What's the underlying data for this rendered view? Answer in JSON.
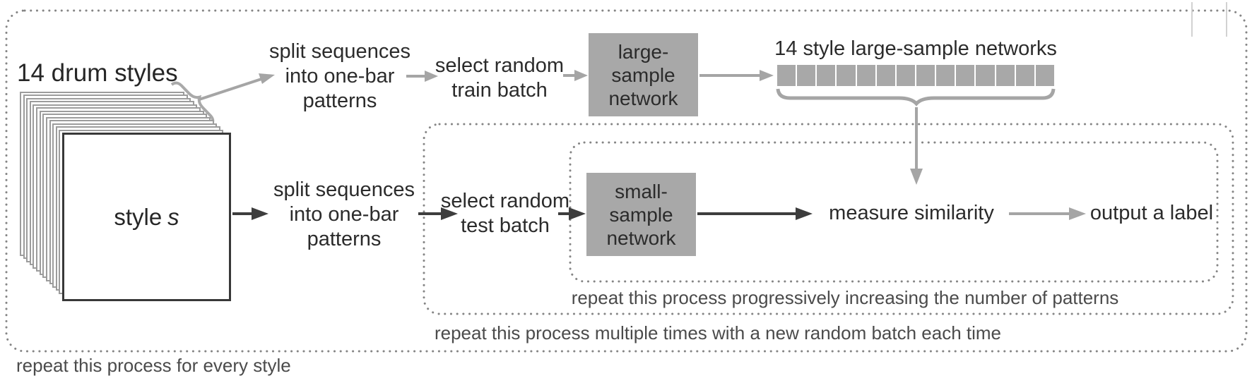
{
  "stack": {
    "title": "14 drum styles",
    "card_count": 14,
    "front_card_label": "style",
    "front_card_variable": "s"
  },
  "row1": {
    "split_label": "split sequences\ninto one-bar\npatterns",
    "select_label": "select random\ntrain batch",
    "network_box_label": "large-sample\nnetwork",
    "networks_caption": "14 style large-sample networks",
    "network_square_count": 14
  },
  "row2": {
    "split_label": "split sequences\ninto one-bar\npatterns",
    "select_label": "select random\ntest batch",
    "network_box_label": "small-sample\nnetwork",
    "measure_label": "measure similarity",
    "output_label": "output a label"
  },
  "loops": {
    "inner_label": "repeat this process progressively increasing the number of patterns",
    "middle_label": "repeat this process multiple times with a new random batch each time",
    "outer_label": "repeat this process for every style"
  },
  "colors": {
    "box_fill": "#a8a8a8",
    "arrow_gray": "#a5a5a5",
    "arrow_dark": "#3d3d3d",
    "dotted_border": "#858585",
    "text_dark": "#2b2b2b",
    "annotation_text": "#4b4b4b"
  }
}
